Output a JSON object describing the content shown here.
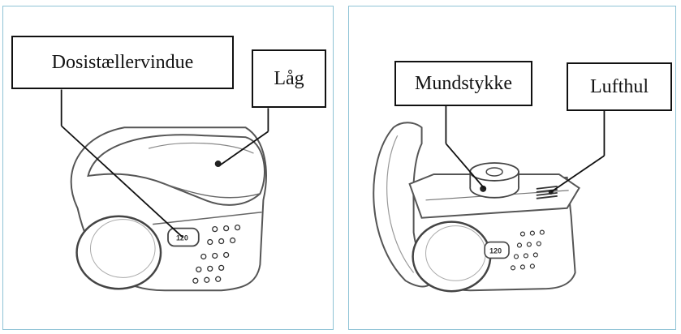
{
  "left_panel": {
    "labels": {
      "dose_counter_window": "Dosistællervindue",
      "lid": "Låg"
    },
    "counter_value": "120"
  },
  "right_panel": {
    "labels": {
      "mouthpiece": "Mundstykke",
      "air_vent": "Lufthul"
    },
    "counter_value": "120"
  },
  "colors": {
    "panel_border": "#8fc3d6",
    "line": "#111111"
  }
}
